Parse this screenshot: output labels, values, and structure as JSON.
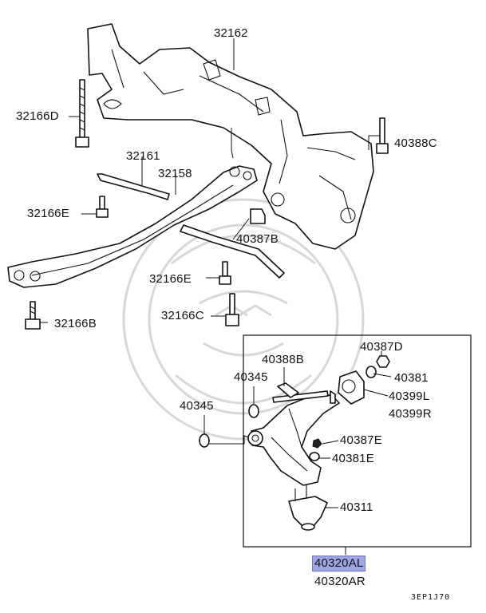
{
  "labels": {
    "p32162": "32162",
    "p32166D": "32166D",
    "p40388C": "40388C",
    "p32161": "32161",
    "p32158": "32158",
    "p32166E_left": "32166E",
    "p40387B": "40387B",
    "p32166E_center": "32166E",
    "p32166B": "32166B",
    "p32166C": "32166C",
    "p40387D": "40387D",
    "p40388B": "40388B",
    "p40345_upper": "40345",
    "p40381": "40381",
    "p40399L": "40399L",
    "p40399R": "40399R",
    "p40345_lower": "40345",
    "p40387E": "40387E",
    "p40381E": "40381E",
    "p40311": "40311",
    "p40320AL": "40320AL",
    "p40320AR": "40320AR",
    "code": "3EP1J70"
  },
  "highlight": {
    "part": "40320AL",
    "color": "#9fa6e6"
  }
}
